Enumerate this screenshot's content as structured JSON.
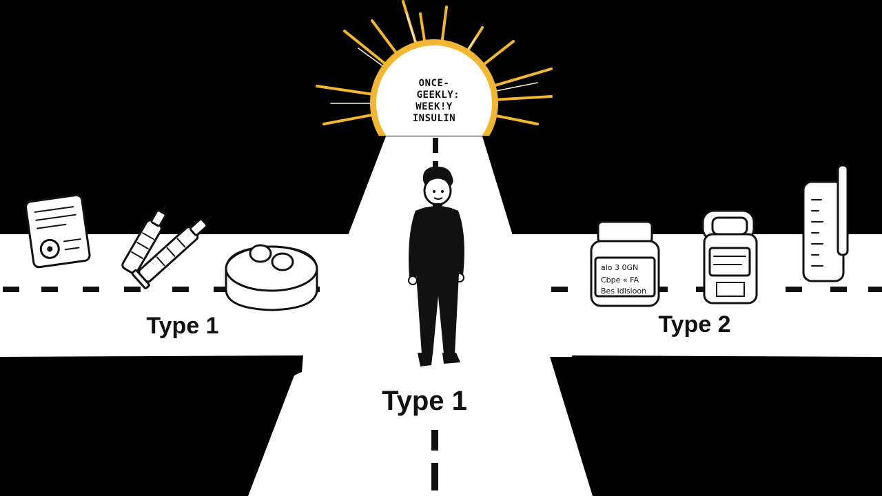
{
  "sun": {
    "line1": "ONCE-",
    "line2": "GEEKLY:",
    "line3": "WEEK!Y",
    "line4": "INSULIN"
  },
  "labels": {
    "left": "Type 1",
    "right": "Type 2",
    "center": "Type 1"
  },
  "bottle": {
    "line1": "alo 3 0GN",
    "line2": "Cbpe «  FA",
    "line3": "Bes Idlsioon"
  },
  "colors": {
    "background": "#000000",
    "road": "#ffffff",
    "sun": "#f2b632",
    "ink": "#111111"
  }
}
